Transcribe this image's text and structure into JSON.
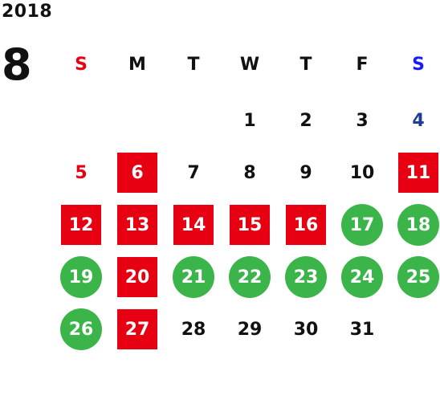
{
  "year": "2018",
  "month": "8",
  "weekdays": [
    "S",
    "M",
    "T",
    "W",
    "T",
    "F",
    "S"
  ],
  "days": {
    "d1": "1",
    "d2": "2",
    "d3": "3",
    "d4": "4",
    "d5": "5",
    "d6": "6",
    "d7": "7",
    "d8": "8",
    "d9": "9",
    "d10": "10",
    "d11": "11",
    "d12": "12",
    "d13": "13",
    "d14": "14",
    "d15": "15",
    "d16": "16",
    "d17": "17",
    "d18": "18",
    "d19": "19",
    "d20": "20",
    "d21": "21",
    "d22": "22",
    "d23": "23",
    "d24": "24",
    "d25": "25",
    "d26": "26",
    "d27": "27",
    "d28": "28",
    "d29": "29",
    "d30": "30",
    "d31": "31"
  },
  "colors": {
    "closed_red": "#e60012",
    "green": "#3bb54a",
    "saturday_blue": "#1f3c95",
    "sunday_red": "#e60012"
  }
}
